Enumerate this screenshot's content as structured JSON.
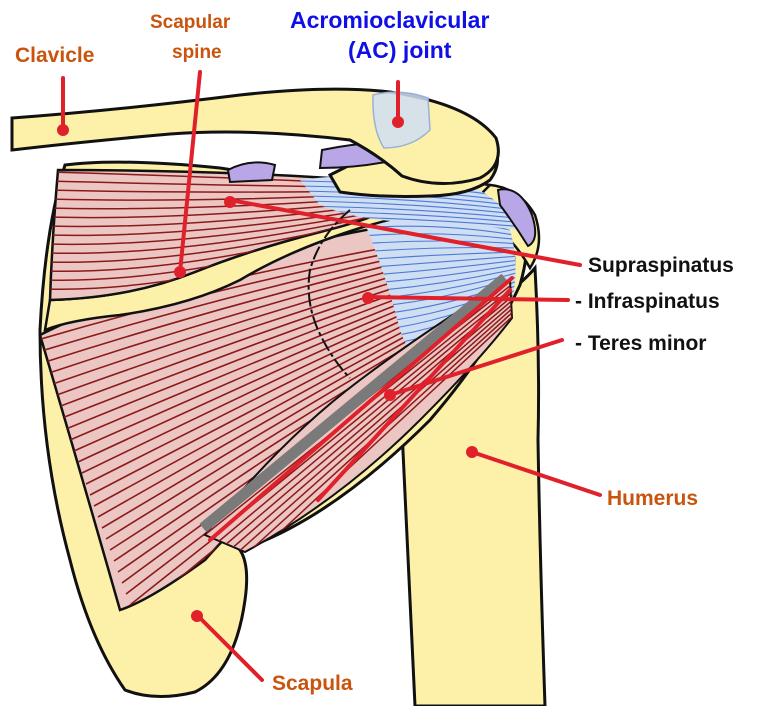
{
  "colors": {
    "bone": "#fdf1a9",
    "outline": "#111111",
    "muscle": "#ecc6c2",
    "muscle_fiber": "#8b1a1a",
    "tendon": "#cfdff3",
    "tendon_fiber": "#4f78d8",
    "cartilage": "#b9a6e6",
    "pointer": "#e0202b",
    "orange_label": "#c9540e",
    "blue_label": "#1010e6",
    "black_label": "#111111",
    "spine_bar": "#7a7a7a"
  },
  "labels": {
    "clavicle": "Clavicle",
    "scapular_spine_line1": "Scapular",
    "scapular_spine_line2": "spine",
    "ac_joint_line1": "Acromioclavicular",
    "ac_joint_line2": "(AC) joint",
    "supraspinatus": "Supraspinatus",
    "infraspinatus": "- Infraspinatus",
    "teres_minor": "- Teres minor",
    "humerus": "Humerus",
    "scapula": "Scapula"
  },
  "icons": {
    "pointer_dot": "red-dot-icon"
  }
}
